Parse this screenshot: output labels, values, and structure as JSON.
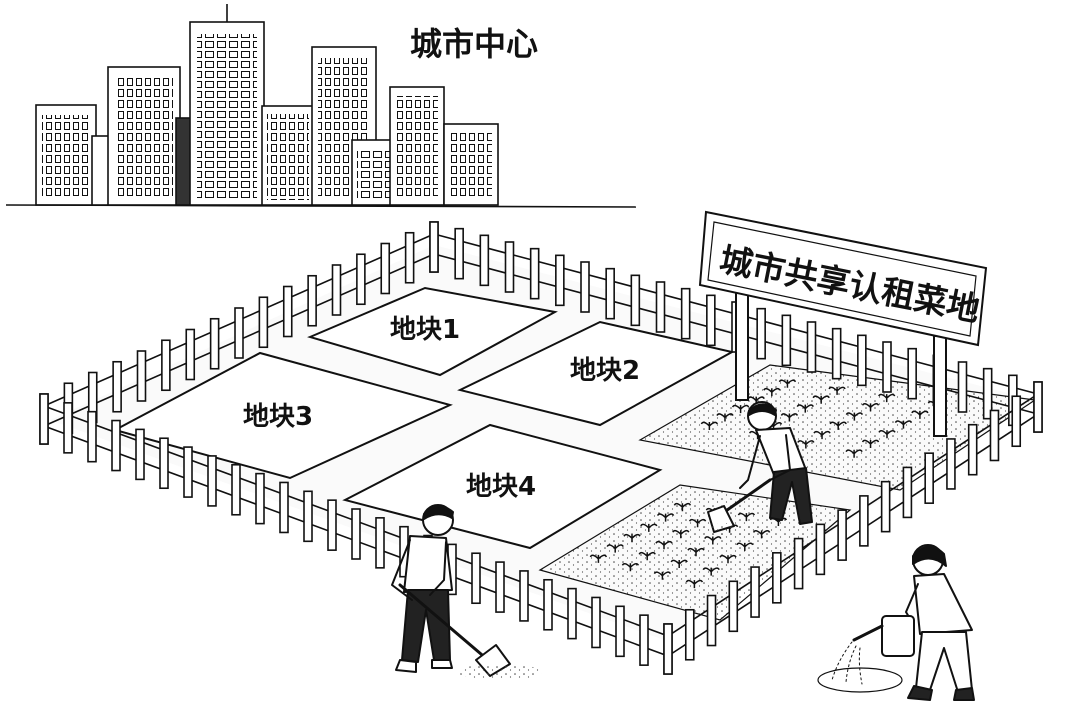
{
  "city_label": "城市中心",
  "sign_text": "城市共享认租菜地",
  "plots": [
    {
      "label": "地块1"
    },
    {
      "label": "地块2"
    },
    {
      "label": "地块3"
    },
    {
      "label": "地块4"
    }
  ],
  "colors": {
    "ink": "#111111",
    "paper": "#ffffff",
    "shade": "#e9e9e9"
  }
}
